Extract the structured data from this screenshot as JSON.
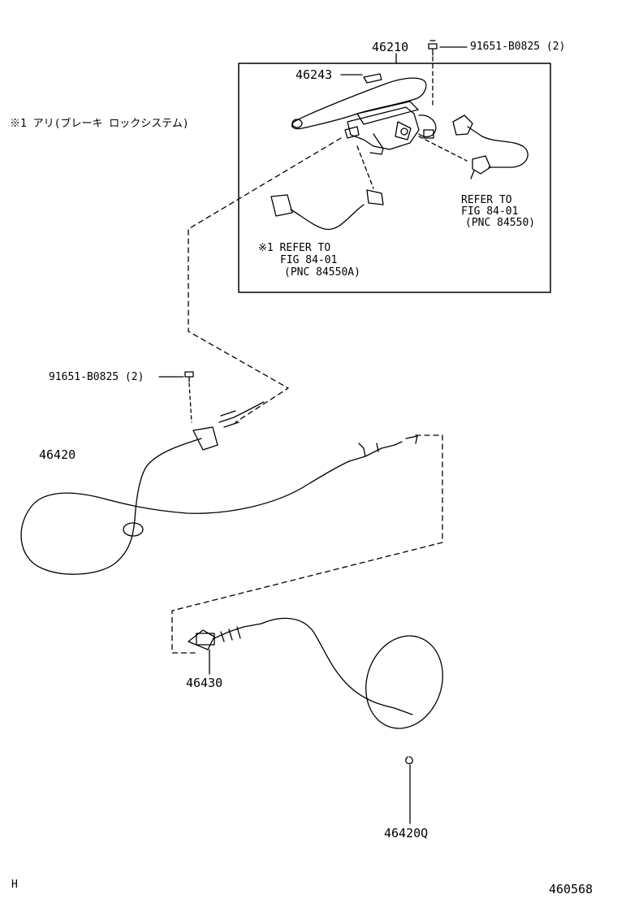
{
  "labels": {
    "part_46210": "46210",
    "part_46243": "46243",
    "bolt_top": "91651-B0825 (2)",
    "bolt_left": "91651-B0825 (2)",
    "note_1": "※1 アリ(ブレーキ ロックシステム)",
    "refer_right_1": "REFER TO",
    "refer_right_2": "FIG 84-01",
    "refer_right_3": "(PNC 84550)",
    "refer_left_1": "※1 REFER TO",
    "refer_left_2": "FIG 84-01",
    "refer_left_3": "(PNC 84550A)",
    "part_46420": "46420",
    "part_46430": "46430",
    "part_46420Q": "46420Q",
    "corner_h": "H",
    "figure_number": "460568"
  }
}
